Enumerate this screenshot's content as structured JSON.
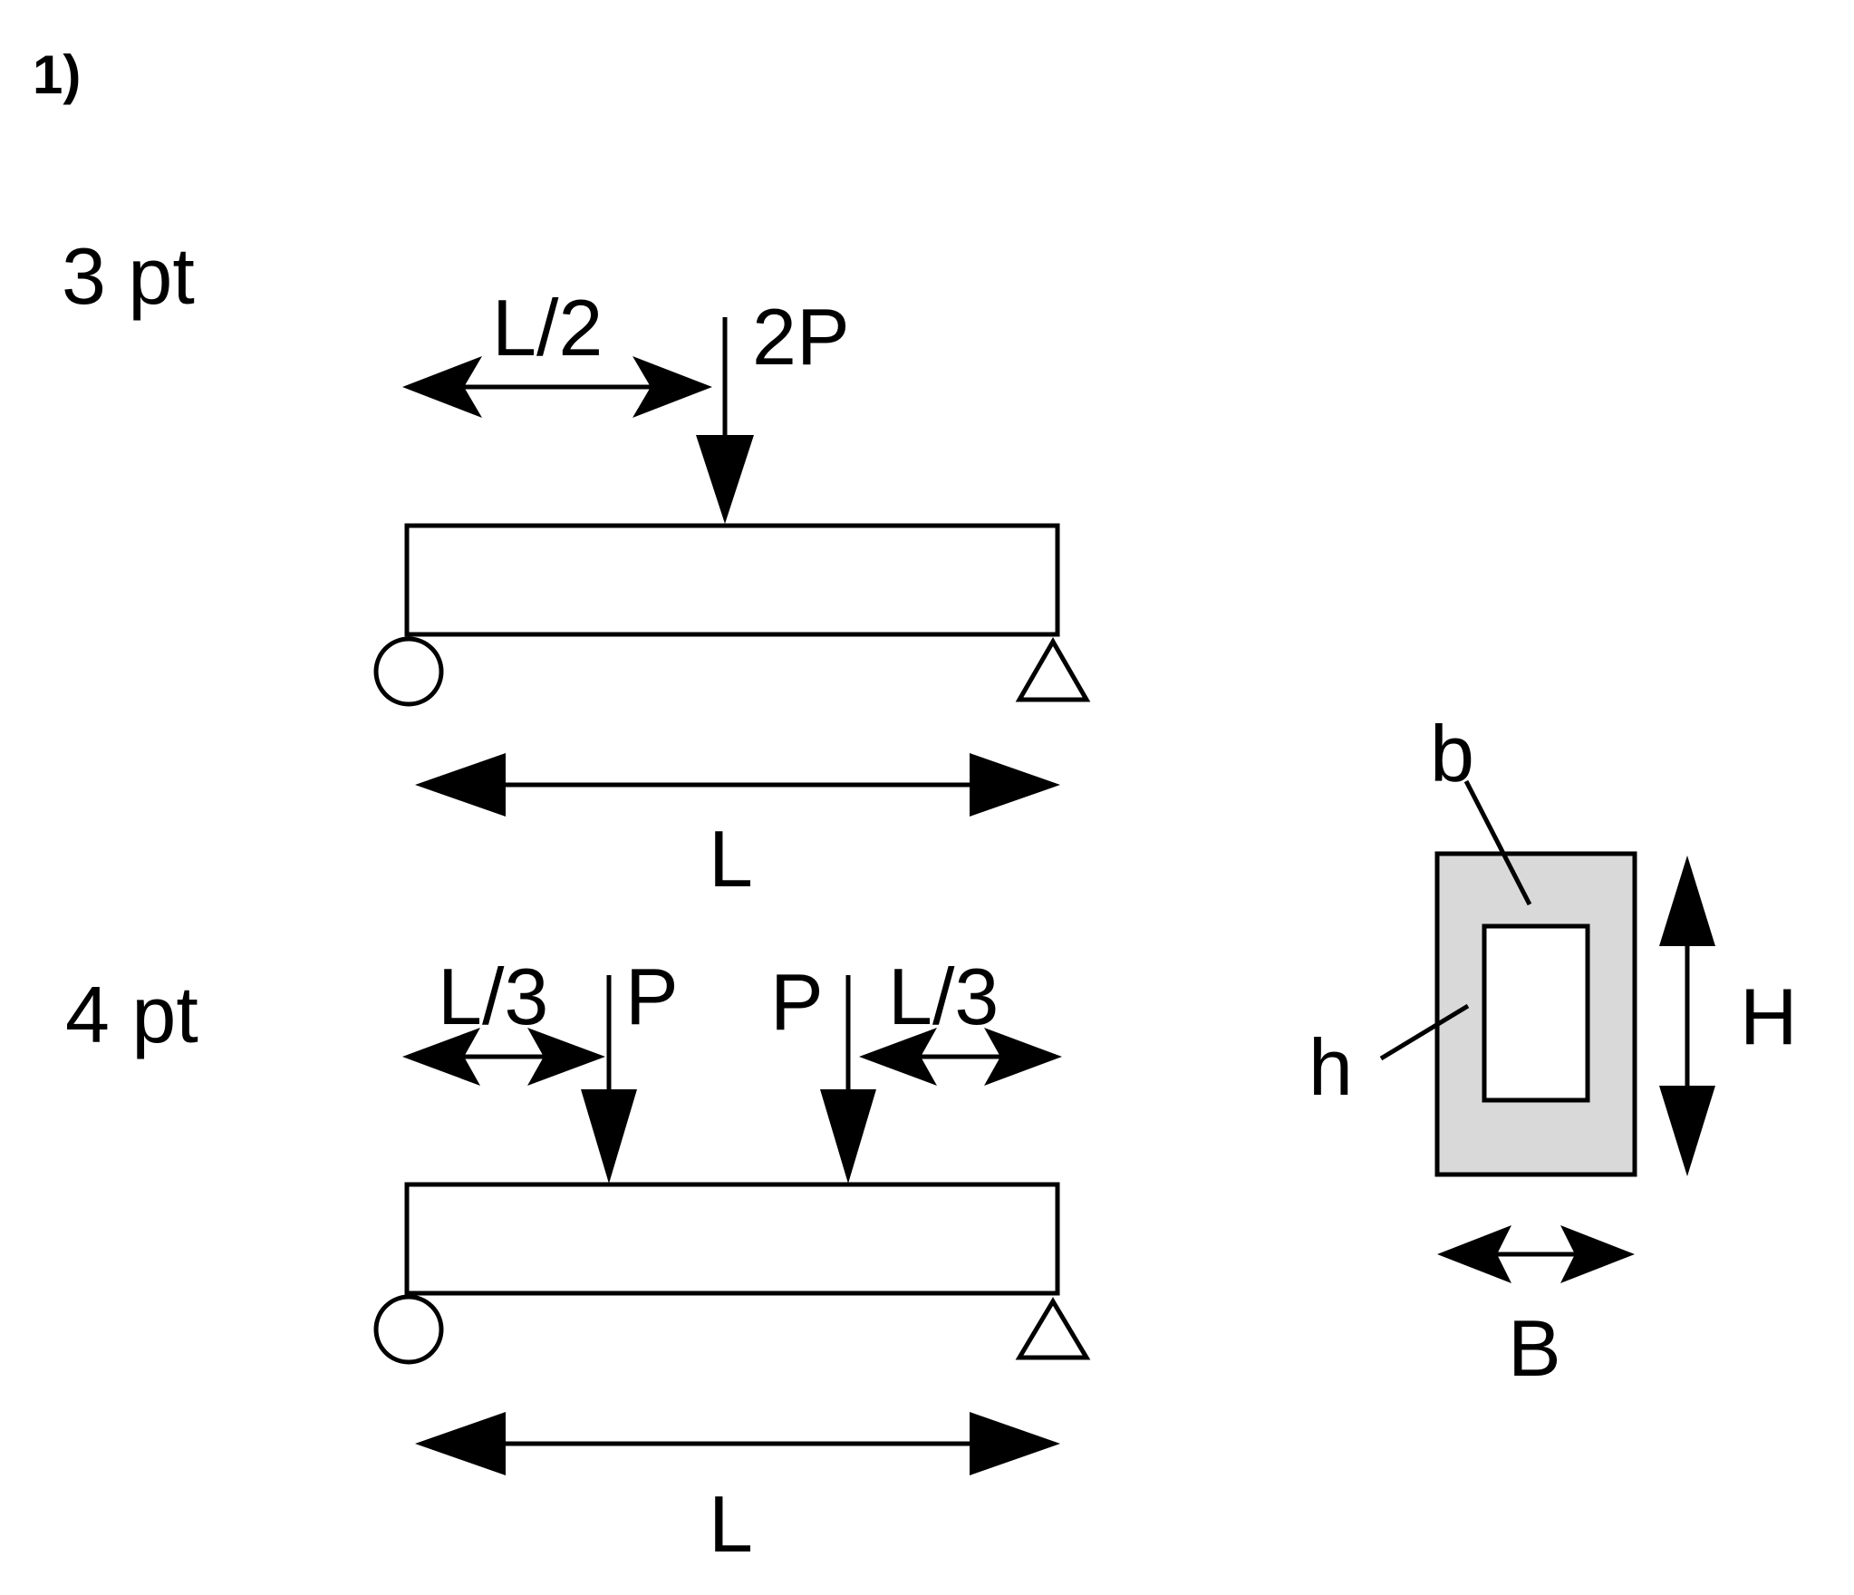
{
  "problem_number": "1)",
  "three_point": {
    "case_label": "3 pt",
    "load_label": "2P",
    "load_position_label": "L/2",
    "span_label": "L"
  },
  "four_point": {
    "case_label": "4 pt",
    "left_load_label": "P",
    "right_load_label": "P",
    "left_offset_label": "L/3",
    "right_offset_label": "L/3",
    "span_label": "L"
  },
  "cross_section": {
    "outer_width_label": "B",
    "outer_height_label": "H",
    "inner_width_label": "b",
    "inner_height_label": "h",
    "fill_color": "#d9d9d9"
  }
}
